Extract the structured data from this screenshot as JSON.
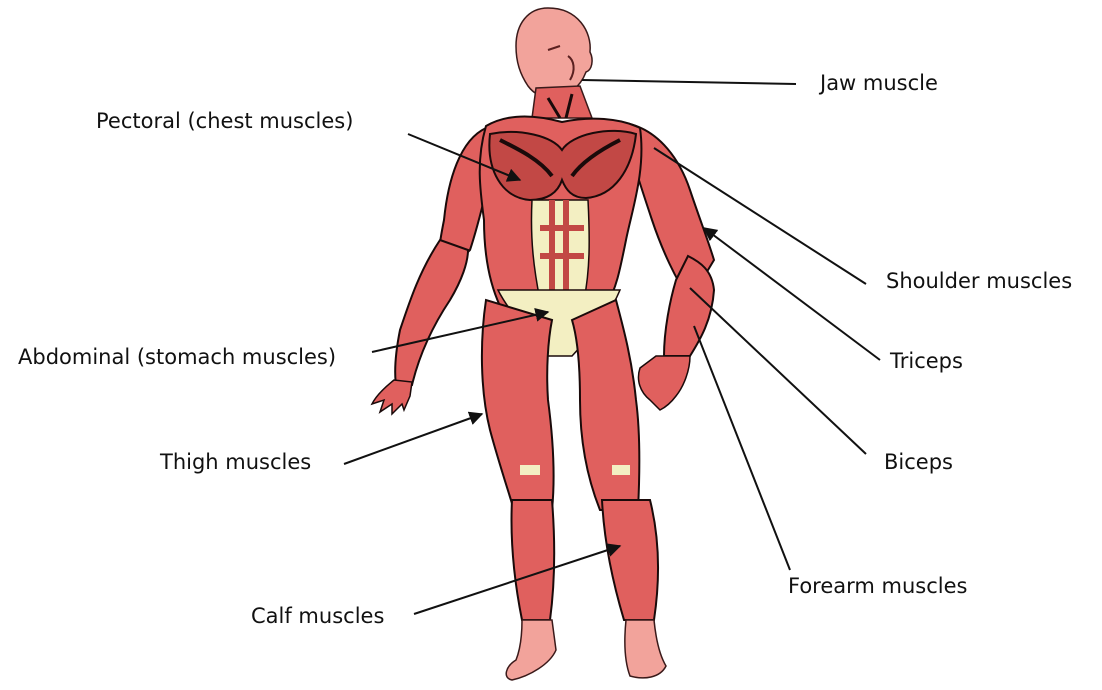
{
  "colors": {
    "muscle": "#e0605e",
    "muscle_dark": "#1a0a0a",
    "skin": "#f2a39b",
    "tendon": "#f3efc2",
    "leader_line": "#111111"
  },
  "labels": {
    "jaw": "Jaw muscle",
    "pectoral": "Pectoral (chest muscles)",
    "shoulder": "Shoulder muscles",
    "abdominal": "Abdominal (stomach muscles)",
    "triceps": "Triceps",
    "thigh": "Thigh muscles",
    "biceps": "Biceps",
    "forearm": "Forearm muscles",
    "calf": "Calf muscles"
  }
}
